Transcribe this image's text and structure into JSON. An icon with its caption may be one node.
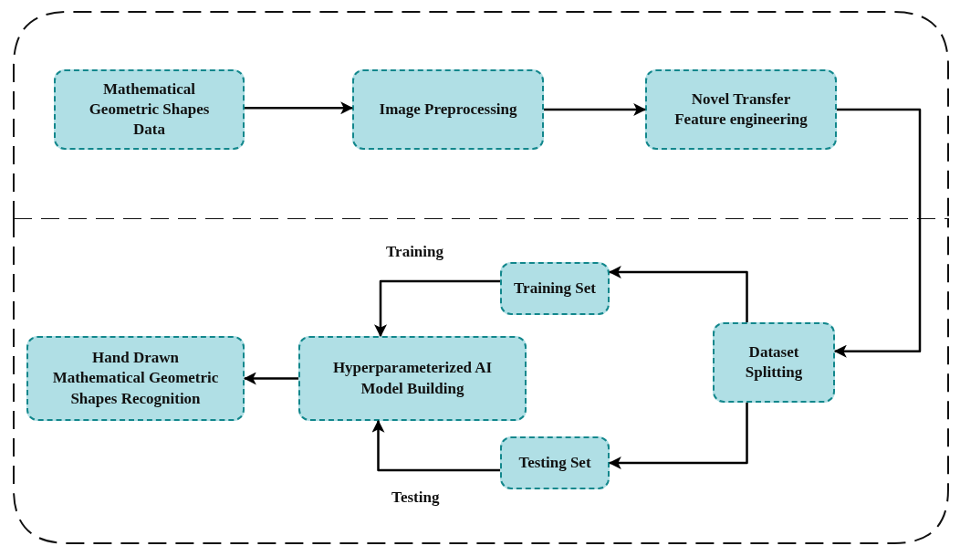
{
  "diagram": {
    "nodes": [
      {
        "text": [],
        "shape": "box"
      },
      {
        "text": [],
        "shape": "box"
      },
      {
        "text": [
          "Mathematical Geometric Shapes Data"
        ],
        "in": 0
      },
      {
        "text": [
          "Image Preprocessing"
        ],
        "in": 0
      },
      {
        "text": [
          "Novel Transfer Feature engineering"
        ],
        "in": 0
      },
      {
        "text": [
          "Training Set"
        ],
        "in": 1
      },
      {
        "text": [
          "Dataset Splitting"
        ],
        "in": 1
      },
      {
        "text": [
          "Hand Drawn Mathematical Geometric Shapes Recognition"
        ],
        "in": 1
      },
      {
        "text": [
          "Hyperparameterized AI Model Building"
        ],
        "in": 1
      },
      {
        "text": [
          "Testing Set"
        ],
        "in": 1
      }
    ],
    "edges": [
      {
        "from": 2,
        "to": 3,
        "arrow": "to"
      },
      {
        "from": 3,
        "to": 4,
        "arrow": "to"
      },
      {
        "from": 4,
        "to": 6,
        "arrow": "to"
      },
      {
        "from": 6,
        "to": 5,
        "arrow": "to"
      },
      {
        "from": 6,
        "to": 9,
        "arrow": "to"
      },
      {
        "from": 5,
        "to": 8,
        "arrow": "to",
        "label": "Training"
      },
      {
        "from": 9,
        "to": 8,
        "arrow": "to",
        "label": "Testing"
      },
      {
        "from": 8,
        "to": 7,
        "arrow": "to"
      }
    ]
  }
}
